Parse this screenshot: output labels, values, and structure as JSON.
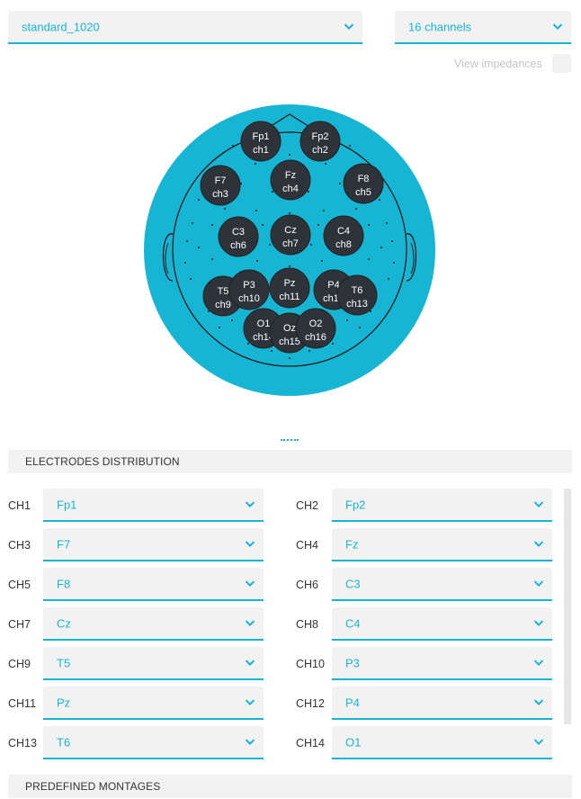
{
  "montage_select": {
    "value": "standard_1020"
  },
  "channels_select": {
    "value": "16 channels"
  },
  "view_impedances": {
    "label": "View impedances",
    "checked": false
  },
  "colors": {
    "accent": "#17b5d4",
    "electrode": "#2d3338",
    "panel": "#f2f2f2"
  },
  "head": {
    "electrodes": [
      {
        "name": "Fp1",
        "channel": "ch1"
      },
      {
        "name": "Fp2",
        "channel": "ch2"
      },
      {
        "name": "F7",
        "channel": "ch3"
      },
      {
        "name": "Fz",
        "channel": "ch4"
      },
      {
        "name": "F8",
        "channel": "ch5"
      },
      {
        "name": "C3",
        "channel": "ch6"
      },
      {
        "name": "Cz",
        "channel": "ch7"
      },
      {
        "name": "C4",
        "channel": "ch8"
      },
      {
        "name": "T5",
        "channel": "ch9"
      },
      {
        "name": "P3",
        "channel": "ch10"
      },
      {
        "name": "Pz",
        "channel": "ch11"
      },
      {
        "name": "P4",
        "channel": "ch12"
      },
      {
        "name": "T6",
        "channel": "ch13"
      },
      {
        "name": "O1",
        "channel": "ch14"
      },
      {
        "name": "Oz",
        "channel": "ch15"
      },
      {
        "name": "O2",
        "channel": "ch16"
      }
    ]
  },
  "electrodes_distribution": {
    "title": "ELECTRODES DISTRIBUTION",
    "rows": [
      {
        "channel": "CH1",
        "value": "Fp1"
      },
      {
        "channel": "CH2",
        "value": "Fp2"
      },
      {
        "channel": "CH3",
        "value": "F7"
      },
      {
        "channel": "CH4",
        "value": "Fz"
      },
      {
        "channel": "CH5",
        "value": "F8"
      },
      {
        "channel": "CH6",
        "value": "C3"
      },
      {
        "channel": "CH7",
        "value": "Cz"
      },
      {
        "channel": "CH8",
        "value": "C4"
      },
      {
        "channel": "CH9",
        "value": "T5"
      },
      {
        "channel": "CH10",
        "value": "P3"
      },
      {
        "channel": "CH11",
        "value": "Pz"
      },
      {
        "channel": "CH12",
        "value": "P4"
      },
      {
        "channel": "CH13",
        "value": "T6"
      },
      {
        "channel": "CH14",
        "value": "O1"
      }
    ]
  },
  "predefined_montages": {
    "title": "PREDEFINED MONTAGES"
  }
}
